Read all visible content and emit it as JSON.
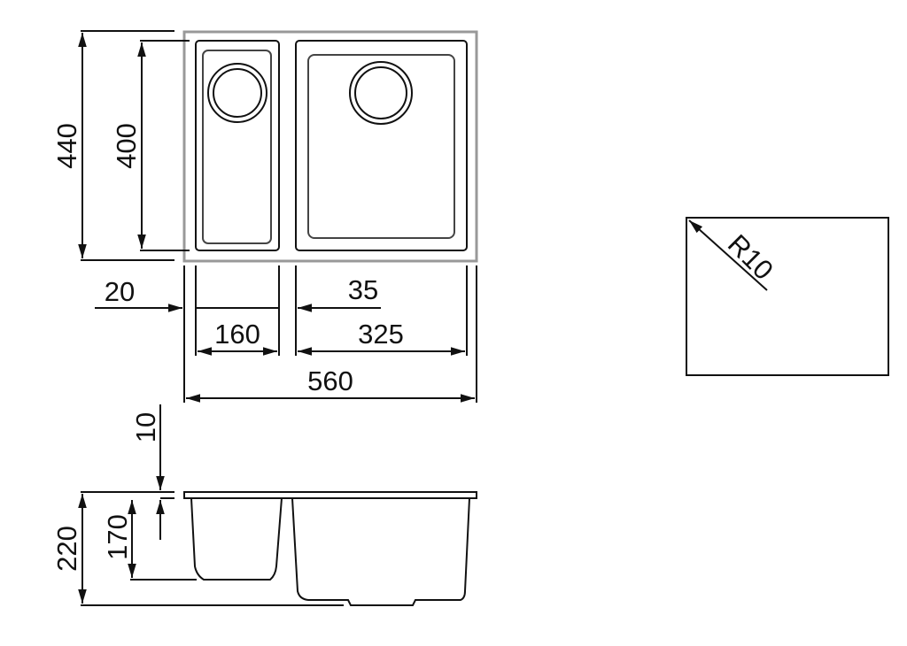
{
  "top_view": {
    "dims": {
      "overall_depth": "440",
      "bowl_depth": "400",
      "left_margin": "20",
      "gap": "35",
      "small_bowl_width": "160",
      "large_bowl_width": "325",
      "overall_width": "560"
    }
  },
  "side_view": {
    "dims": {
      "rim": "10",
      "overall_height": "220",
      "bowl_height": "170"
    }
  },
  "corner_detail": {
    "radius_label": "R10"
  },
  "colors": {
    "line": "#111111",
    "outline": "#999999"
  }
}
